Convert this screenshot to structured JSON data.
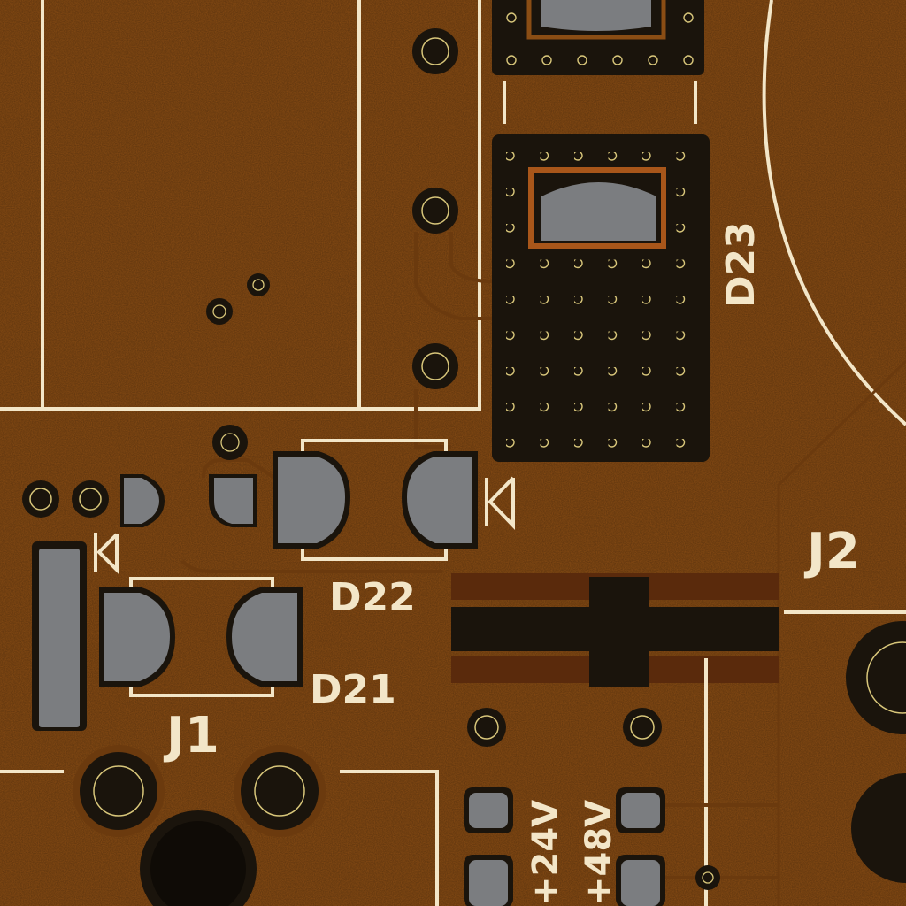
{
  "board": {
    "colors": {
      "substrate": "#8a4d14",
      "silkscreen": "#f3e6c8",
      "pad": "#7b7d80",
      "mask_opening": "#1a140c",
      "via_ring": "#d8c67a",
      "copper_exposed": "#5a2a0c"
    },
    "labels": {
      "d23": "D23",
      "d22": "D22",
      "d21": "D21",
      "j1": "J1",
      "j2": "J2",
      "v24": "+24V",
      "v48": "+48V"
    }
  }
}
